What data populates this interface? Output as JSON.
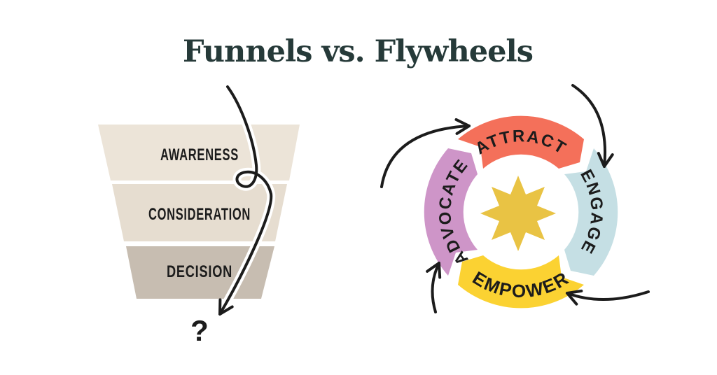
{
  "title": "Funnels vs. Flywheels",
  "funnel": {
    "stages": [
      {
        "label": "AWARENESS",
        "color": "#ECE4D8"
      },
      {
        "label": "CONSIDERATION",
        "color": "#E6DDD0"
      },
      {
        "label": "DECISION",
        "color": "#C7BDB1"
      }
    ],
    "outcome_label": "?"
  },
  "flywheel": {
    "segments": [
      {
        "label": "ATTRACT",
        "color": "#F4705A"
      },
      {
        "label": "ENGAGE",
        "color": "#C5DFE4"
      },
      {
        "label": "EMPOWER",
        "color": "#FBD232"
      },
      {
        "label": "ADVOCATE",
        "color": "#CE95C8"
      }
    ],
    "center_icon": "star-icon",
    "star_color": "#E9C344"
  },
  "colors": {
    "title": "#263A39",
    "ink": "#1C1C1C",
    "background": "#FFFFFF"
  }
}
